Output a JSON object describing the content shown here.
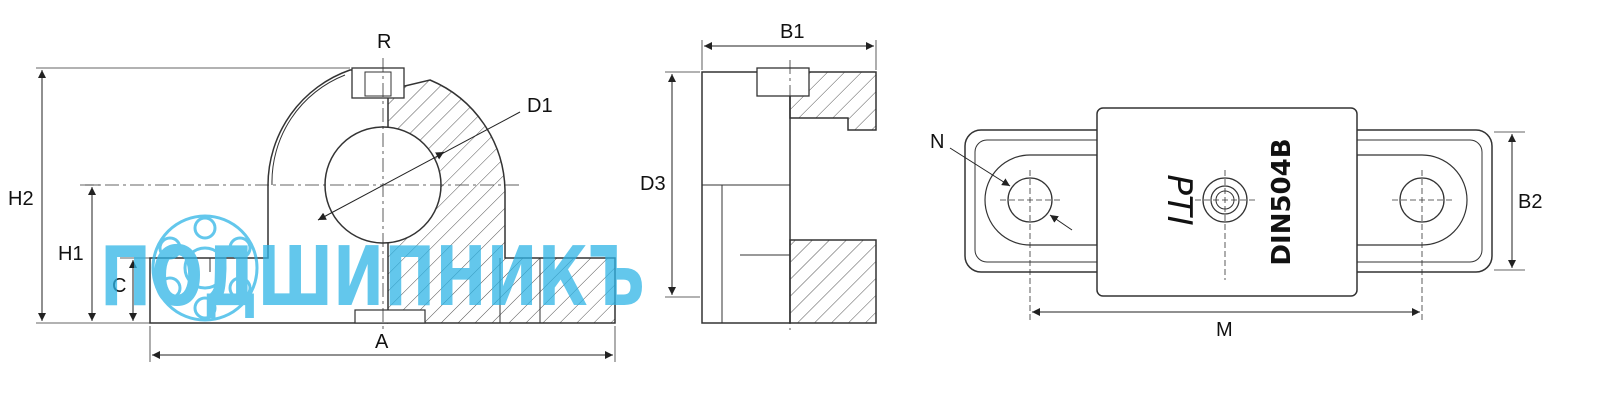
{
  "diagram": {
    "front_view": {
      "labels": {
        "r": "R",
        "d1": "D1",
        "h2": "H2",
        "h1": "H1",
        "c": "C",
        "a": "A"
      }
    },
    "side_view": {
      "labels": {
        "b1": "B1",
        "d3": "D3"
      }
    },
    "top_view": {
      "labels": {
        "n": "N",
        "b2": "B2",
        "m": "M"
      },
      "markings": {
        "brand": "PTI",
        "model": "DIN504B"
      }
    },
    "watermark": {
      "text": "ПОДШИПНИКЪ"
    },
    "colors": {
      "line": "#333333",
      "hatch": "#555555",
      "watermark": "#2fb5e6"
    }
  }
}
